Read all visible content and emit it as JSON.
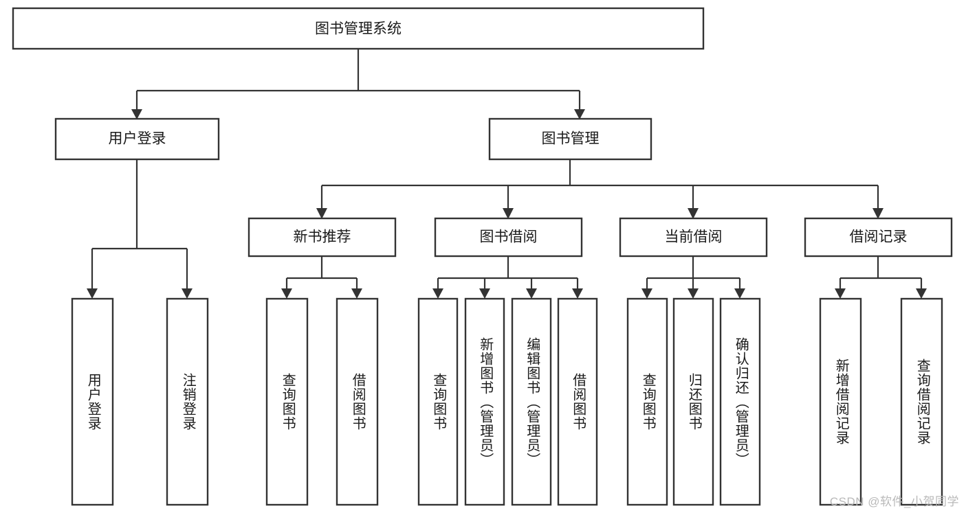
{
  "diagram": {
    "title": "图书管理系统",
    "type": "tree-hierarchy",
    "watermark": "CSDN @软件_小贺同学",
    "colors": {
      "background": "#ffffff",
      "box_stroke": "#333333",
      "box_fill": "#ffffff",
      "text": "#1a1a1a",
      "watermark": "#b9b9b9"
    },
    "root": {
      "label": "图书管理系统",
      "orientation": "horizontal"
    },
    "level2": [
      {
        "label": "用户登录",
        "orientation": "horizontal"
      },
      {
        "label": "图书管理",
        "orientation": "horizontal"
      }
    ],
    "level3": [
      {
        "label": "新书推荐",
        "orientation": "horizontal"
      },
      {
        "label": "图书借阅",
        "orientation": "horizontal"
      },
      {
        "label": "当前借阅",
        "orientation": "horizontal"
      },
      {
        "label": "借阅记录",
        "orientation": "horizontal"
      }
    ],
    "leaves": {
      "user_login": [
        {
          "label": "用户登录",
          "orientation": "vertical"
        },
        {
          "label": "注销登录",
          "orientation": "vertical"
        }
      ],
      "new_book_recommend": [
        {
          "label": "查询图书",
          "orientation": "vertical"
        },
        {
          "label": "借阅图书",
          "orientation": "vertical"
        }
      ],
      "book_borrow": [
        {
          "label": "查询图书",
          "orientation": "vertical"
        },
        {
          "label": "新增图书（管理员）",
          "orientation": "vertical"
        },
        {
          "label": "编辑图书（管理员）",
          "orientation": "vertical"
        },
        {
          "label": "借阅图书",
          "orientation": "vertical"
        }
      ],
      "current_borrow": [
        {
          "label": "查询图书",
          "orientation": "vertical"
        },
        {
          "label": "归还图书",
          "orientation": "vertical"
        },
        {
          "label": "确认归还（管理员）",
          "orientation": "vertical"
        }
      ],
      "borrow_record": [
        {
          "label": "新增借阅记录",
          "orientation": "vertical"
        },
        {
          "label": "查询借阅记录",
          "orientation": "vertical"
        }
      ]
    }
  }
}
